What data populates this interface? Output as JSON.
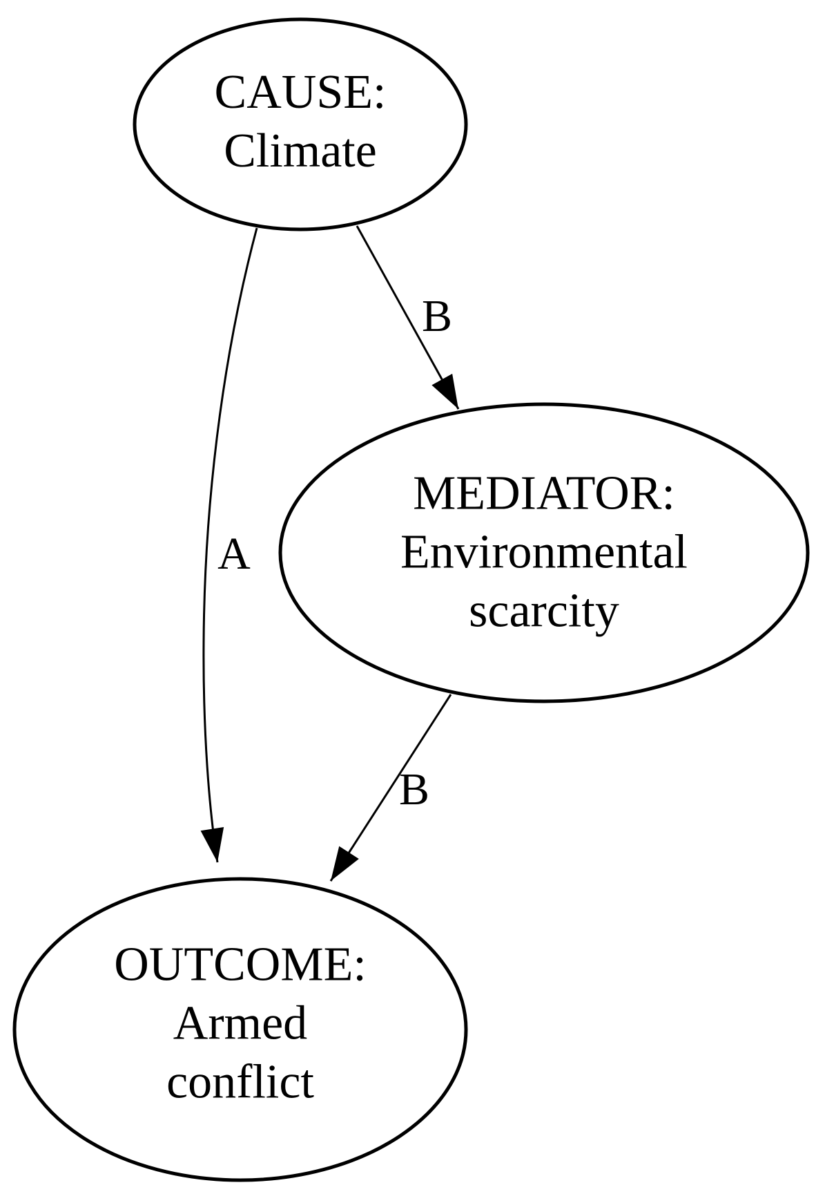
{
  "diagram": {
    "type": "causal-mediation-graph",
    "nodes": {
      "cause": {
        "role": "CAUSE:",
        "label_line1": "CAUSE:",
        "label_line2": "Climate"
      },
      "mediator": {
        "role": "MEDIATOR:",
        "label_line1": "MEDIATOR:",
        "label_line2": "Environmental",
        "label_line3": "scarcity"
      },
      "outcome": {
        "role": "OUTCOME:",
        "label_line1": "OUTCOME:",
        "label_line2": "Armed",
        "label_line3": "conflict"
      }
    },
    "edges": {
      "cause_to_mediator": {
        "from": "cause",
        "to": "mediator",
        "label": "B"
      },
      "cause_to_outcome": {
        "from": "cause",
        "to": "outcome",
        "label": "A"
      },
      "mediator_to_outcome": {
        "from": "mediator",
        "to": "outcome",
        "label": "B"
      }
    },
    "colors": {
      "node_stroke": "#000000",
      "edge_stroke": "#000000",
      "text": "#000000",
      "background": "#ffffff"
    }
  }
}
